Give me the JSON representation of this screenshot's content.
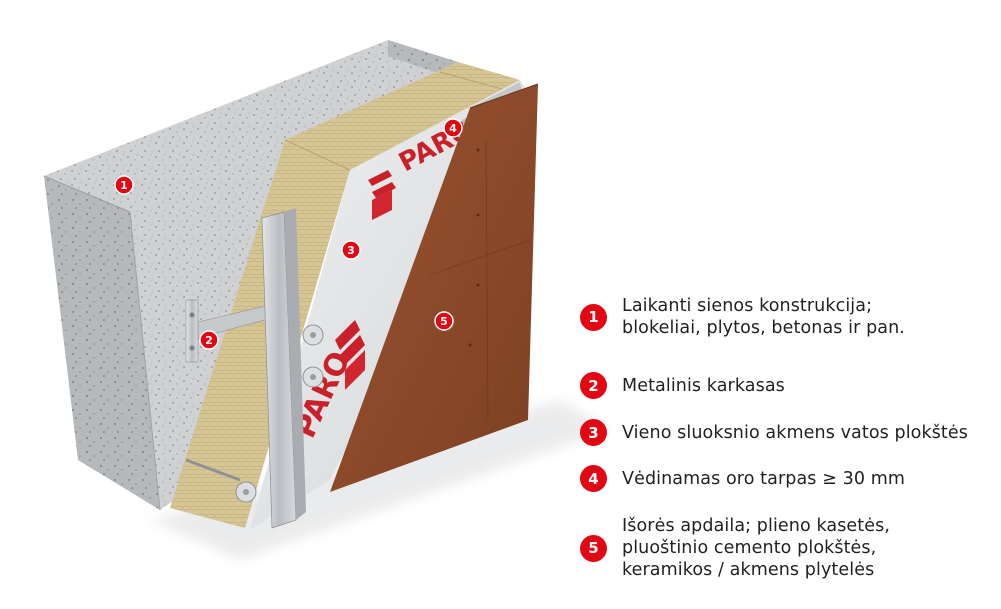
{
  "diagram": {
    "brand_panel_text": "PARO",
    "colors": {
      "accent_red": "#e30613",
      "concrete": "#cfd1d2",
      "insulation": "#d9c89a",
      "metal": "#c9ccd0",
      "cladding": "#8b4a2a",
      "membrane": "#e4e6e8"
    },
    "markers": [
      {
        "num": "1",
        "target": "load-bearing-wall"
      },
      {
        "num": "2",
        "target": "metal-frame"
      },
      {
        "num": "3",
        "target": "insulation-boards"
      },
      {
        "num": "4",
        "target": "ventilated-air-gap"
      },
      {
        "num": "5",
        "target": "exterior-cladding"
      }
    ]
  },
  "legend": [
    {
      "num": "1",
      "lines": [
        "Laikanti sienos konstrukcija;",
        "blokeliai, plytos, betonas ir pan."
      ]
    },
    {
      "num": "2",
      "lines": [
        "Metalinis karkasas"
      ]
    },
    {
      "num": "3",
      "lines": [
        "Vieno sluoksnio akmens vatos plokštės"
      ]
    },
    {
      "num": "4",
      "lines": [
        "Vėdinamas oro tarpas ≥ 30 mm"
      ]
    },
    {
      "num": "5",
      "lines": [
        "Išorės apdaila; plieno kasetės,",
        "pluoštinio cemento plokštės,",
        "keramikos / akmens plytelės"
      ]
    }
  ]
}
